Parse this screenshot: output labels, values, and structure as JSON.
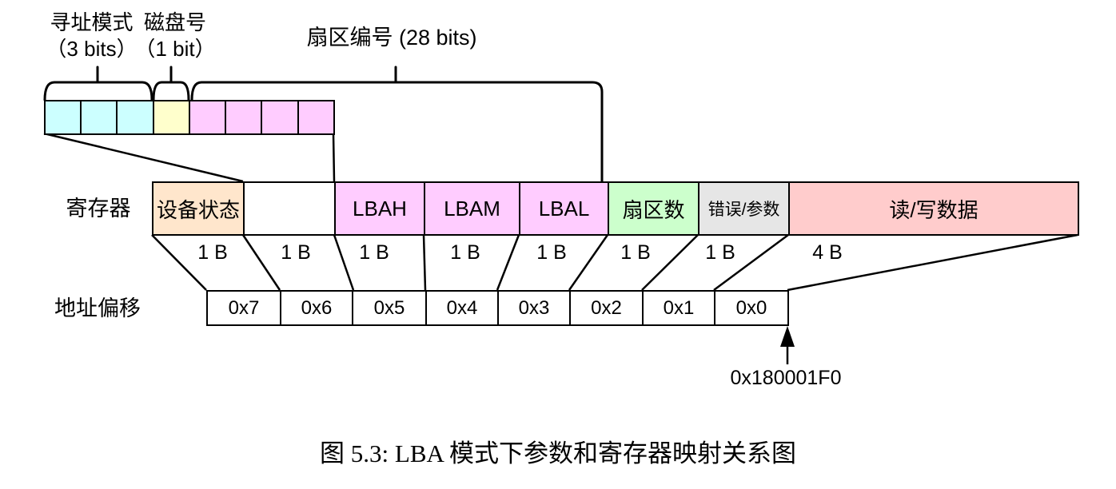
{
  "colors": {
    "cyan": "#ccffff",
    "yellow": "#ffffcc",
    "magenta": "#ffccff",
    "orange": "#ffe6cc",
    "green": "#ccffcc",
    "gray": "#e6e6e6",
    "red": "#ffcccc",
    "white": "#ffffff",
    "line": "#000000"
  },
  "bit_field": {
    "addressing_mode_label": "寻址模式",
    "addressing_mode_bits": "（3 bits）",
    "disk_label": "磁盘号",
    "disk_bits": "（1 bit）",
    "sector_label": "扇区编号 (28 bits)"
  },
  "registers": {
    "row_label": "寄存器",
    "boxes": [
      {
        "text": "设备状态"
      },
      {
        "text": ""
      },
      {
        "text": "LBAH"
      },
      {
        "text": "LBAM"
      },
      {
        "text": "LBAL"
      },
      {
        "text": "扇区数"
      },
      {
        "text": "错误/参数"
      },
      {
        "text": "读/写数据"
      }
    ],
    "sizes": [
      "1 B",
      "1 B",
      "1 B",
      "1 B",
      "1 B",
      "1 B",
      "1 B",
      "4 B"
    ]
  },
  "offsets": {
    "row_label": "地址偏移",
    "cells": [
      "0x7",
      "0x6",
      "0x5",
      "0x4",
      "0x3",
      "0x2",
      "0x1",
      "0x0"
    ]
  },
  "pointer": {
    "address": "0x180001F0"
  },
  "caption": "图 5.3: LBA 模式下参数和寄存器映射关系图"
}
